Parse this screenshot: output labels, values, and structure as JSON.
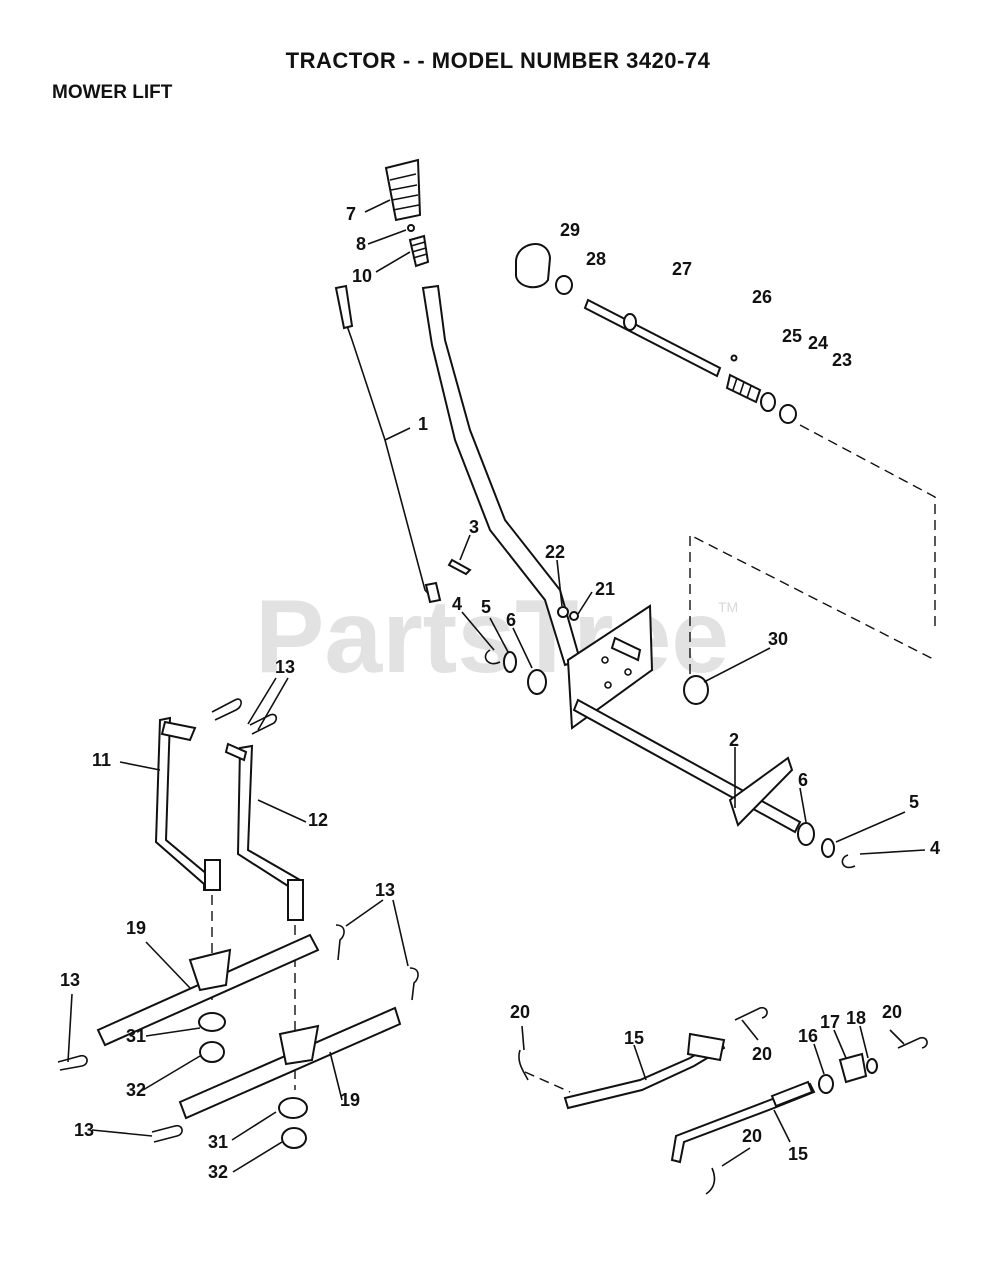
{
  "header": {
    "title": "TRACTOR - - MODEL NUMBER 3420-74",
    "subtitle": "MOWER LIFT"
  },
  "watermark": {
    "text": "PartsTree",
    "tm": "TM",
    "color": "#e2e2e2"
  },
  "callouts": {
    "c7": "7",
    "c8": "8",
    "c10": "10",
    "c29": "29",
    "c28": "28",
    "c27": "27",
    "c26": "26",
    "c25": "25",
    "c24": "24",
    "c23": "23",
    "c1": "1",
    "c3": "3",
    "c22": "22",
    "c21": "21",
    "c4a": "4",
    "c5a": "5",
    "c6a": "6",
    "c30": "30",
    "c13a": "13",
    "c11": "11",
    "c12": "12",
    "c2": "2",
    "c6b": "6",
    "c5b": "5",
    "c4b": "4",
    "c13b": "13",
    "c19a": "19",
    "c13c": "13",
    "c31a": "31",
    "c32a": "32",
    "c19b": "19",
    "c13d": "13",
    "c31b": "31",
    "c32b": "32",
    "c20a": "20",
    "c15a": "15",
    "c20b": "20",
    "c16": "16",
    "c17": "17",
    "c18": "18",
    "c20c": "20",
    "c20d": "20",
    "c15b": "15"
  }
}
